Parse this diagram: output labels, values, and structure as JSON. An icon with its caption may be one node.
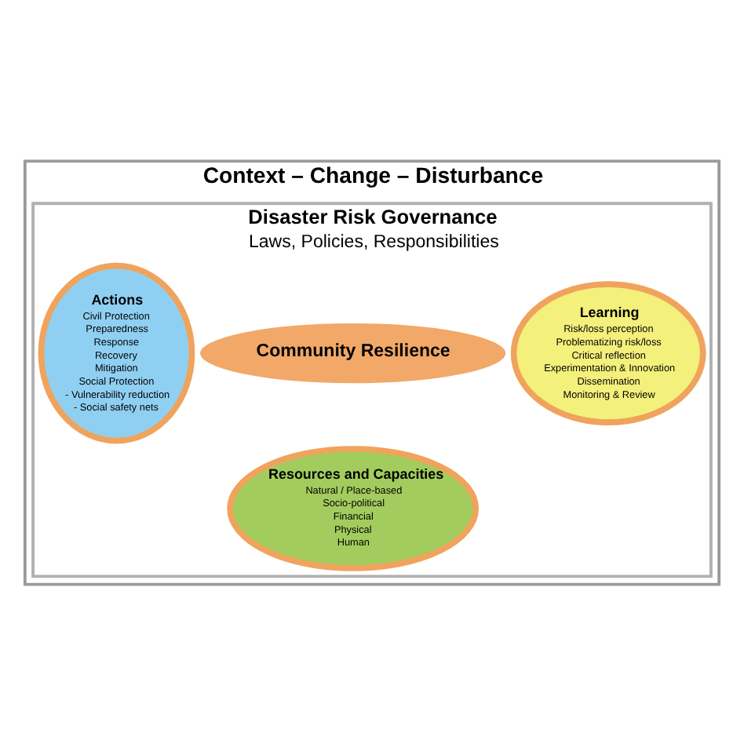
{
  "diagram": {
    "nodes": [
      {
        "text": [
          "Context – Change – Disturbance"
        ]
      },
      {
        "text": [
          "Disaster Risk Governance",
          "Laws, Policies, Responsibilities"
        ],
        "in": 0
      },
      {
        "text": [
          "Actions",
          "Civil Protection",
          "Preparedness",
          "Response",
          "Recovery",
          "Mitigation",
          "Social Protection",
          "- Vulnerability reduction",
          "- Social safety nets"
        ],
        "in": 1
      },
      {
        "text": [
          "Learning",
          "Risk/loss perception",
          "Problematizing risk/loss",
          "Critical reflection",
          "Experimentation & Innovation",
          "Dissemination",
          "Monitoring & Review"
        ],
        "in": 1
      },
      {
        "text": [
          "Community Resilience"
        ],
        "in": 1
      },
      {
        "text": [
          "Resources and Capacities",
          "Natural / Place-based",
          "Socio-political",
          "Financial",
          "Physical",
          "Human"
        ],
        "in": 1
      }
    ],
    "edges": []
  }
}
